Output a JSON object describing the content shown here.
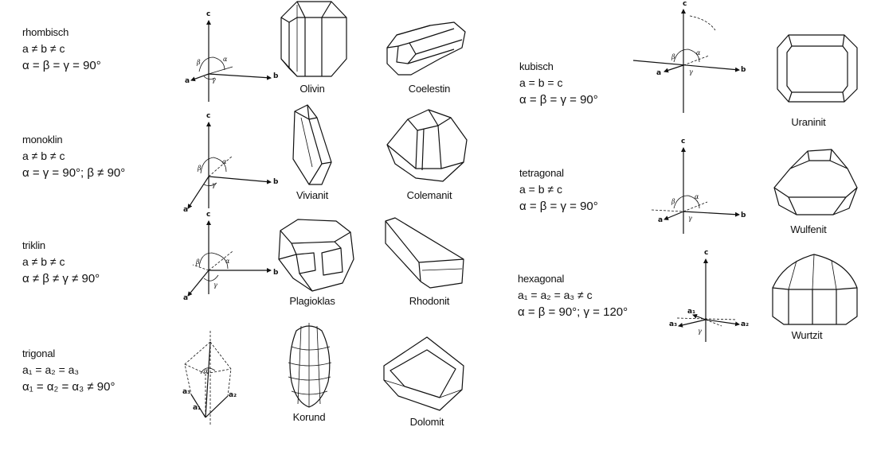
{
  "systems": [
    {
      "id": "rhombic",
      "name": "rhombisch",
      "formula1": "a ≠ b ≠ c",
      "formula2": "α = β = γ = 90°",
      "minerals": [
        "Olivin",
        "Coelestin"
      ]
    },
    {
      "id": "monoclinic",
      "name": "monoklin",
      "formula1": "a ≠ b ≠ c",
      "formula2": "α = γ = 90°; β ≠ 90°",
      "minerals": [
        "Vivianit",
        "Colemanit"
      ]
    },
    {
      "id": "triclinic",
      "name": "triklin",
      "formula1": "a ≠ b ≠ c",
      "formula2": "α ≠ β ≠ γ ≠ 90°",
      "minerals": [
        "Plagioklas",
        "Rhodonit"
      ]
    },
    {
      "id": "trigonal",
      "name": "trigonal",
      "formula1": "a₁ = a₂ = a₃",
      "formula2": "α₁ = α₂ = α₃ ≠ 90°",
      "minerals": [
        "Korund",
        "Dolomit"
      ]
    },
    {
      "id": "cubic",
      "name": "kubisch",
      "formula1": "a = b = c",
      "formula2": "α = β = γ = 90°",
      "minerals": [
        "Uraninit"
      ]
    },
    {
      "id": "tetragonal",
      "name": "tetragonal",
      "formula1": "a = b ≠ c",
      "formula2": "α = β = γ = 90°",
      "minerals": [
        "Wulfenit"
      ]
    },
    {
      "id": "hexagonal",
      "name": "hexagonal",
      "formula1": "a₁ = a₂ = a₃ ≠ c",
      "formula2": "α = β = 90°; γ = 120°",
      "minerals": [
        "Wurtzit"
      ]
    }
  ],
  "axis_labels": {
    "a": "a",
    "b": "b",
    "c": "c",
    "a1": "a₁",
    "a2": "a₂",
    "a3": "a₃"
  },
  "angle_labels": {
    "alpha": "α",
    "beta": "β",
    "gamma": "γ"
  }
}
